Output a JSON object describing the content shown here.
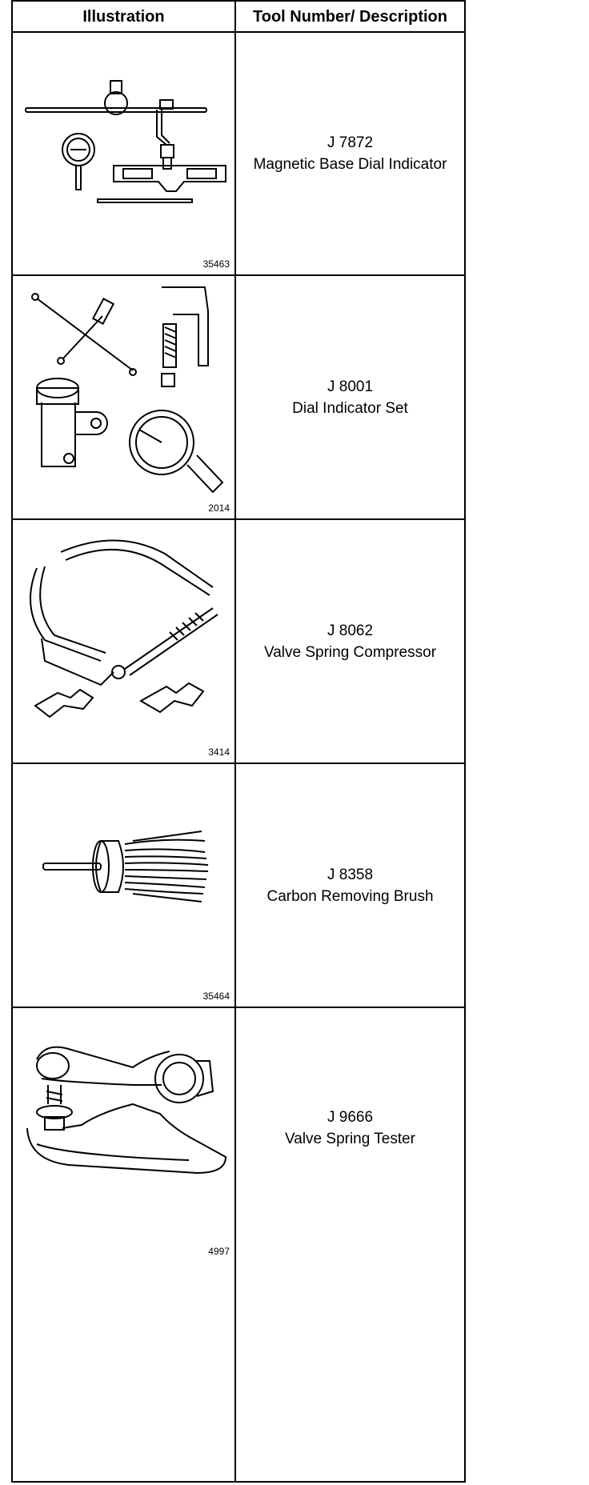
{
  "table": {
    "headers": {
      "illustration": "Illustration",
      "tool": "Tool Number/ Description"
    },
    "rows": [
      {
        "figure": "35463",
        "number": "J 7872",
        "description": "Magnetic Base Dial Indicator",
        "icon": "magnetic-base-dial-indicator-icon"
      },
      {
        "figure": "2014",
        "number": "J 8001",
        "description": "Dial Indicator Set",
        "icon": "dial-indicator-set-icon"
      },
      {
        "figure": "3414",
        "number": "J 8062",
        "description": "Valve Spring Compressor",
        "icon": "valve-spring-compressor-icon"
      },
      {
        "figure": "35464",
        "number": "J 8358",
        "description": "Carbon Removing Brush",
        "icon": "carbon-removing-brush-icon"
      },
      {
        "figure": "4997",
        "number": "J 9666",
        "description": "Valve Spring Tester",
        "icon": "valve-spring-tester-icon"
      }
    ]
  }
}
